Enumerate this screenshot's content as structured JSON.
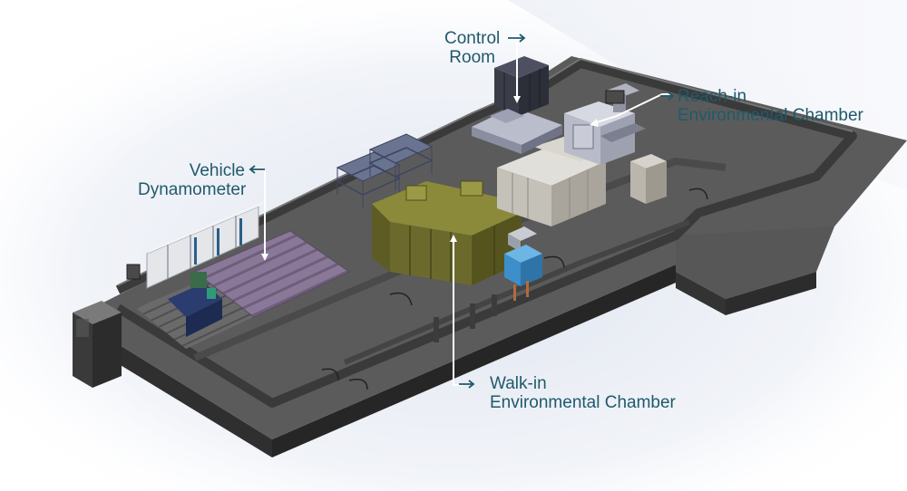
{
  "labels": {
    "control_room": {
      "line1": "Control",
      "line2": "Room"
    },
    "reach_in": {
      "line1": "Reach-in",
      "line2": "Environmental Chamber"
    },
    "vehicle_dyno": {
      "line1": "Vehicle",
      "line2": "Dynamometer"
    },
    "walk_in": {
      "line1": "Walk-in",
      "line2": "Environmental Chamber"
    }
  },
  "colors": {
    "label_text": "#1f5a6b",
    "floor_top": "#5b5b5b",
    "wall_dark": "#3a3a3a",
    "walk_in_chamber": "#6b6a2c",
    "dyno_plate": "#8a7898",
    "reach_in_chamber": "#b9bcc8",
    "blue_unit": "#3d8fc9"
  }
}
